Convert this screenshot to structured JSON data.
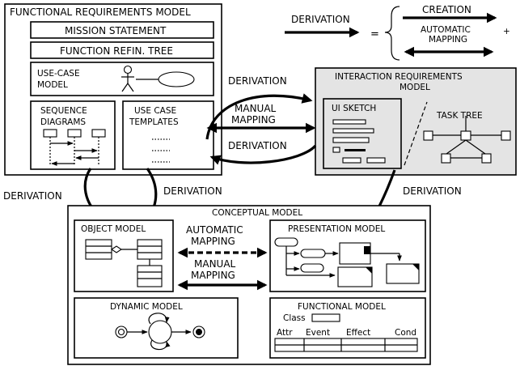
{
  "legend": {
    "derivation": "DERIVATION",
    "equals": "=",
    "creation": "CREATION",
    "plus": "+",
    "automatic_mapping_line1": "AUTOMATIC",
    "automatic_mapping_line2": "MAPPING"
  },
  "frm": {
    "title": "FUNCTIONAL REQUIREMENTS MODEL",
    "mission": "MISSION STATEMENT",
    "function_tree": "FUNCTION REFIN. TREE",
    "use_case_line1": "USE-CASE",
    "use_case_line2": "MODEL",
    "sequence_line1": "SEQUENCE",
    "sequence_line2": "DIAGRAMS",
    "templates_line1": "USE CASE",
    "templates_line2": "TEMPLATES"
  },
  "irm": {
    "title_line1": "INTERACTION REQUIREMENTS",
    "title_line2": "MODEL",
    "ui_sketch": "UI SKETCH",
    "task_tree": "TASK TREE"
  },
  "middle": {
    "derivation_top": "DERIVATION",
    "manual_line1": "MANUAL",
    "manual_line2": "MAPPING",
    "derivation_bottom": "DERIVATION"
  },
  "side_labels": {
    "left": "DERIVATION",
    "center": "DERIVATION",
    "right": "DERIVATION"
  },
  "cm": {
    "title": "CONCEPTUAL MODEL",
    "object_model": "OBJECT MODEL",
    "presentation_model": "PRESENTATION MODEL",
    "automatic_line1": "AUTOMATIC",
    "automatic_line2": "MAPPING",
    "manual_line1": "MANUAL",
    "manual_line2": "MAPPING",
    "dynamic_model": "DYNAMIC MODEL",
    "functional_model": "FUNCTIONAL MODEL",
    "class_label": "Class",
    "col_attr": "Attr",
    "col_event": "Event",
    "col_effect": "Effect",
    "col_cond": "Cond"
  },
  "colors": {
    "line": "#000000",
    "background": "#ffffff",
    "panel_gray": "#e4e4e4"
  }
}
